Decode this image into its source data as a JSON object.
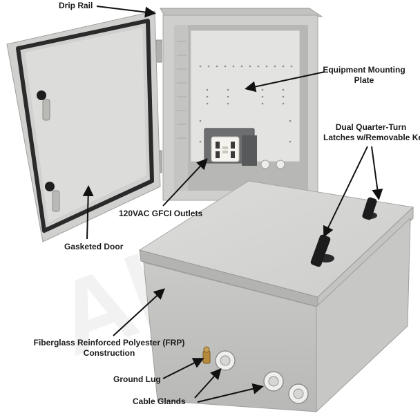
{
  "labels": {
    "drip_rail": "Drip Rail",
    "mounting_plate_line1": "Equipment Mounting",
    "mounting_plate_line2": "Plate",
    "latches_line1": "Dual Quarter-Turn",
    "latches_line2": "Latches w/Removable Keys",
    "gfci": "120VAC GFCI Outlets",
    "door": "Gasketed Door",
    "frp_line1": "Fiberglass Reinforced Polyester (FRP)",
    "frp_line2": "Construction",
    "ground_lug": "Ground Lug",
    "cable_glands": "Cable Glands"
  },
  "watermark": "Altelix",
  "colors": {
    "enclosure_gray": "#cfd0ce",
    "enclosure_shadow": "#b5b6b3",
    "plate": "#e3e3e1",
    "gasket": "#2a2a2a",
    "latch": "#1c1c1c",
    "label_text": "#1a1a1a",
    "arrow": "#111111"
  }
}
